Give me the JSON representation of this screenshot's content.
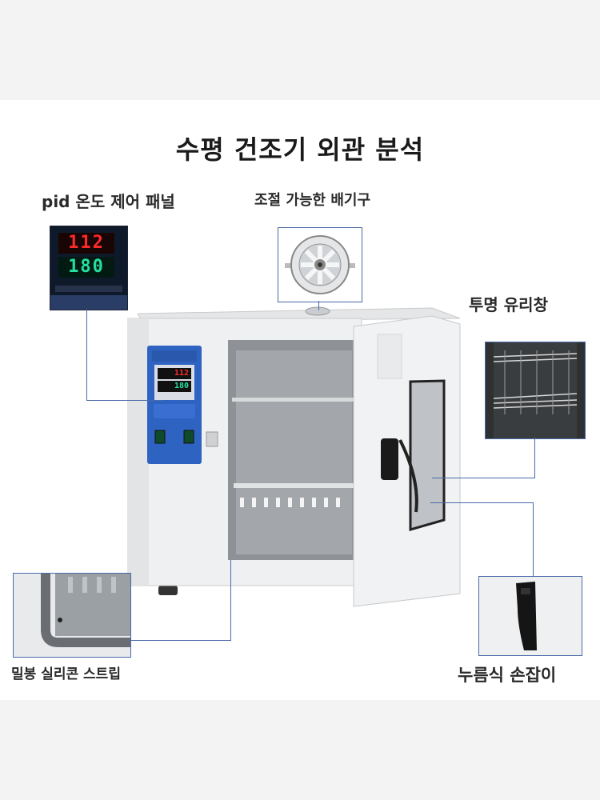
{
  "title": "수평 건조기 외관 분석",
  "labels": {
    "pid": "pid 온도 제어 패널",
    "vent": "조절 가능한 배기구",
    "window": "투명 유리창",
    "seal": "밀봉 실리콘 스트립",
    "handle": "누름식 손잡이"
  },
  "display": {
    "pv": "112",
    "sv": "180"
  },
  "colors": {
    "leader_line": "#4a6aa8",
    "oven_body": "#eef0f2",
    "control_panel": "#2f63c2",
    "display_red": "#ff2a2a",
    "display_green": "#23e0a0"
  }
}
